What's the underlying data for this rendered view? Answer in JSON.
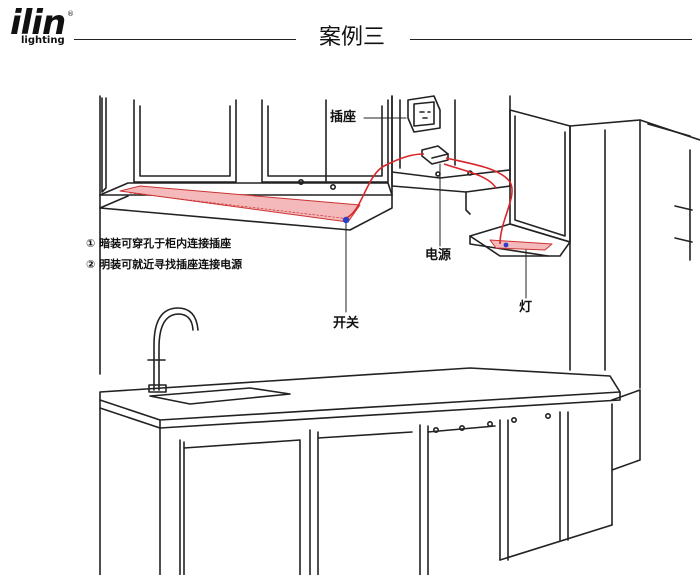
{
  "brand": {
    "name": "ilin",
    "tagline": "lighting",
    "reg_mark": "®"
  },
  "title": "案例三",
  "labels": {
    "socket": "插座",
    "power": "电源",
    "switch": "开关",
    "lamp": "灯"
  },
  "notes": [
    "① 暗装可穿孔于柜内连接插座",
    "② 明装可就近寻找插座连接电源"
  ],
  "colors": {
    "wire": "#d9262a",
    "light_strip": "#e9555a",
    "switch_dot": "#2a40c8",
    "line": "#222222"
  }
}
